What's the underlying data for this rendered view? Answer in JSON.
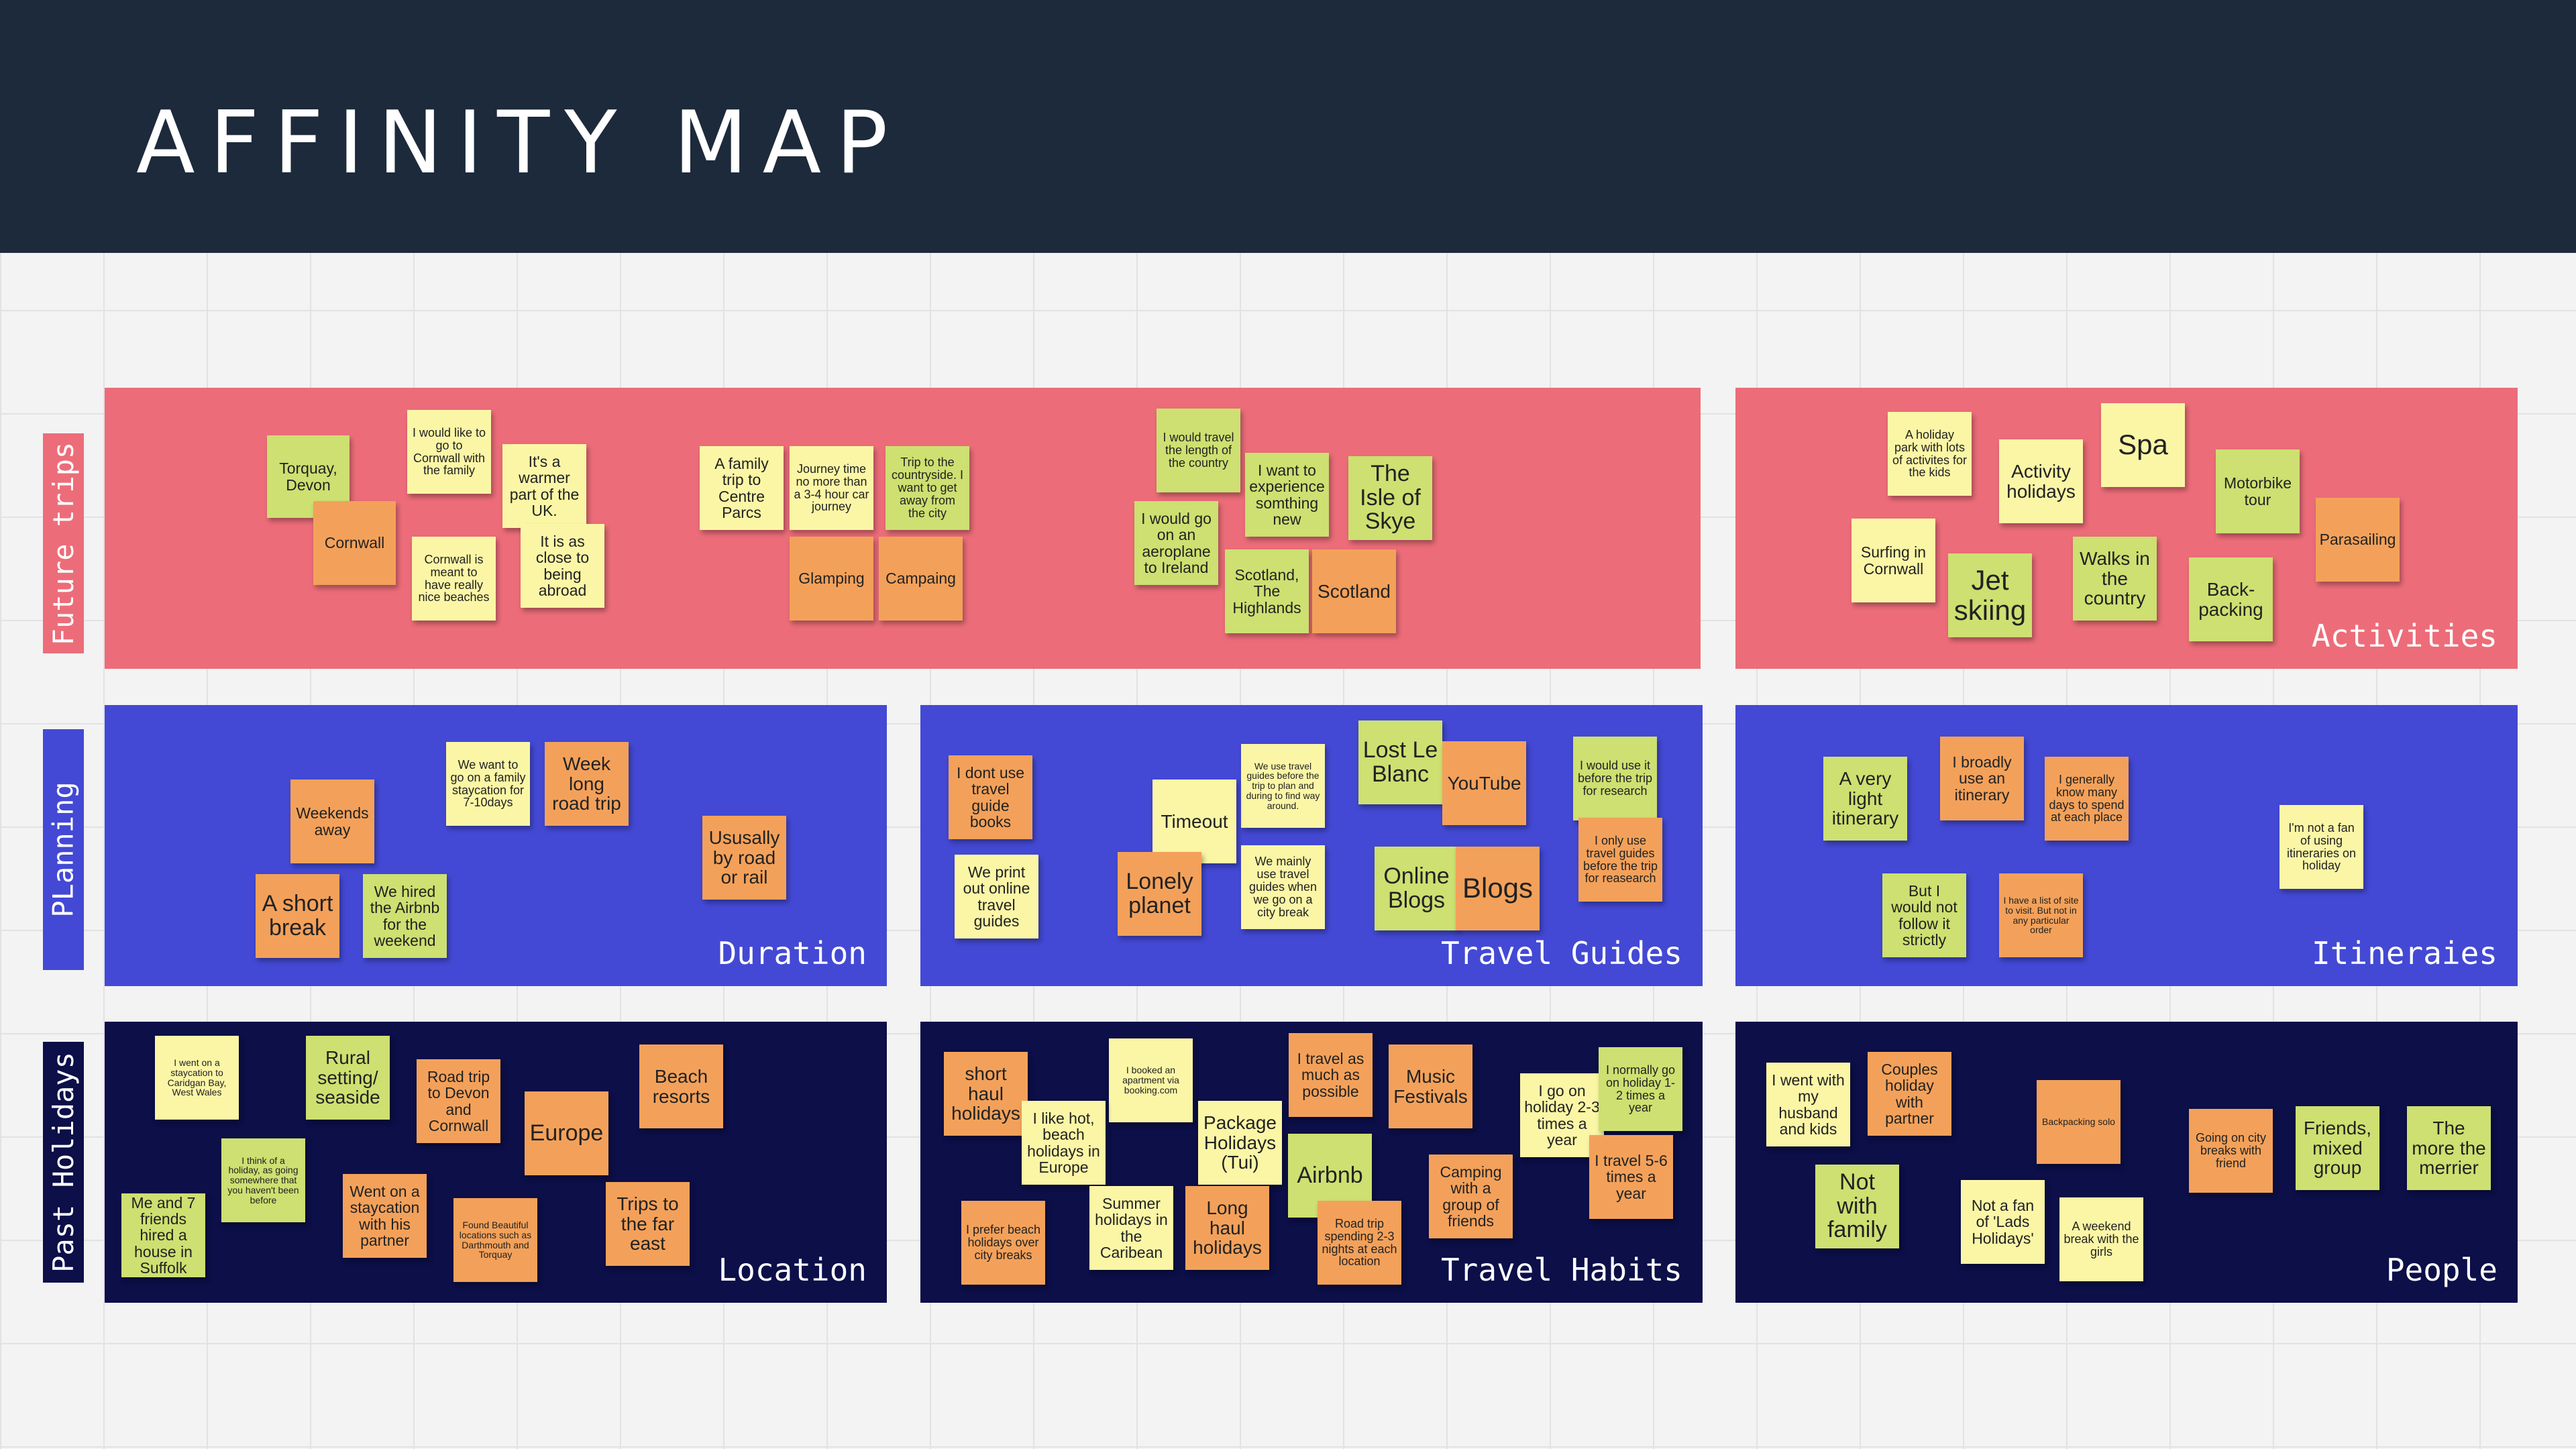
{
  "title": "AFFINITY MAP",
  "colors": {
    "header": "#1c2a3b",
    "future": "#ec6d79",
    "planning": "#4349d4",
    "past": "#0c0f48",
    "note_yellow": "#fbf6a6",
    "note_green": "#cde071",
    "note_orange": "#f3a15a"
  },
  "rows": [
    {
      "label": "Future trips"
    },
    {
      "label": "PLanning"
    },
    {
      "label": "Past Holidays"
    }
  ],
  "panels": [
    {
      "title": "",
      "notes": [
        {
          "text": "Torquay, Devon",
          "color": "green"
        },
        {
          "text": "Cornwall",
          "color": "orange"
        },
        {
          "text": "I would like to go to Cornwall with the family",
          "color": "yellow"
        },
        {
          "text": "It's a warmer part of the UK.",
          "color": "yellow"
        },
        {
          "text": "Cornwall is meant to have really nice beaches",
          "color": "yellow"
        },
        {
          "text": "It is as close to being abroad",
          "color": "yellow"
        },
        {
          "text": "A family trip to Centre Parcs",
          "color": "yellow"
        },
        {
          "text": "Journey time no more than a 3-4 hour car journey",
          "color": "yellow"
        },
        {
          "text": "Trip to the countryside. I want to get away from the city",
          "color": "green"
        },
        {
          "text": "Glamping",
          "color": "orange"
        },
        {
          "text": "Campaing",
          "color": "orange"
        },
        {
          "text": "I would travel the length of the country",
          "color": "green"
        },
        {
          "text": "I want to experience somthing new",
          "color": "green"
        },
        {
          "text": "The Isle of Skye",
          "color": "green"
        },
        {
          "text": "I would go on an aeroplane to Ireland",
          "color": "green"
        },
        {
          "text": "Scotland, The Highlands",
          "color": "green"
        },
        {
          "text": "Scotland",
          "color": "orange"
        }
      ]
    },
    {
      "title": "Activities",
      "notes": [
        {
          "text": "A holiday park with lots of activites for the kids",
          "color": "yellow"
        },
        {
          "text": "Activity holidays",
          "color": "yellow"
        },
        {
          "text": "Spa",
          "color": "yellow"
        },
        {
          "text": "Motorbike tour",
          "color": "green"
        },
        {
          "text": "Surfing in Cornwall",
          "color": "yellow"
        },
        {
          "text": "Jet skiing",
          "color": "green"
        },
        {
          "text": "Walks in the country",
          "color": "green"
        },
        {
          "text": "Back-packing",
          "color": "green"
        },
        {
          "text": "Parasailing",
          "color": "orange"
        }
      ]
    },
    {
      "title": "Duration",
      "notes": [
        {
          "text": "We want to go on a family staycation for 7-10days",
          "color": "yellow"
        },
        {
          "text": "Week long road trip",
          "color": "orange"
        },
        {
          "text": "Weekends away",
          "color": "orange"
        },
        {
          "text": "Ususally by road or rail",
          "color": "orange"
        },
        {
          "text": "A short break",
          "color": "orange"
        },
        {
          "text": "We hired the Airbnb for the weekend",
          "color": "green"
        }
      ]
    },
    {
      "title": "Travel Guides",
      "notes": [
        {
          "text": "I dont use travel guide books",
          "color": "orange"
        },
        {
          "text": "We use travel guides before the trip to plan and during to find way around.",
          "color": "yellow"
        },
        {
          "text": "Lost Le Blanc",
          "color": "green"
        },
        {
          "text": "YouTube",
          "color": "orange"
        },
        {
          "text": "I would use it before the trip for research",
          "color": "green"
        },
        {
          "text": "Timeout",
          "color": "yellow"
        },
        {
          "text": "We print out online travel guides",
          "color": "yellow"
        },
        {
          "text": "Lonely planet",
          "color": "orange"
        },
        {
          "text": "We mainly use travel guides when we go on a city break",
          "color": "yellow"
        },
        {
          "text": "Online Blogs",
          "color": "green"
        },
        {
          "text": "Blogs",
          "color": "orange"
        },
        {
          "text": "I only use travel guides before the trip for reasearch",
          "color": "orange"
        }
      ]
    },
    {
      "title": "Itineraies",
      "notes": [
        {
          "text": "A very light itinerary",
          "color": "green"
        },
        {
          "text": "I broadly use an itinerary",
          "color": "orange"
        },
        {
          "text": "I generally know many days to spend at each place",
          "color": "orange"
        },
        {
          "text": "I'm not a fan of using itineraries on holiday",
          "color": "yellow"
        },
        {
          "text": "But I would not follow it strictly",
          "color": "green"
        },
        {
          "text": "I have a list of site to visit. But not in any particular order",
          "color": "orange"
        }
      ]
    },
    {
      "title": "Location",
      "notes": [
        {
          "text": "I went on a staycation to Caridgan Bay, West Wales",
          "color": "yellow"
        },
        {
          "text": "Rural setting/ seaside",
          "color": "green"
        },
        {
          "text": "Road trip to Devon and Cornwall",
          "color": "orange"
        },
        {
          "text": "Beach resorts",
          "color": "orange"
        },
        {
          "text": "Europe",
          "color": "orange"
        },
        {
          "text": "I think of a holiday, as going somewhere that you haven't been before",
          "color": "green"
        },
        {
          "text": "Me and 7 friends hired a house in Suffolk",
          "color": "green"
        },
        {
          "text": "Went on a staycation with his partner",
          "color": "orange"
        },
        {
          "text": "Found Beautiful locations such as Darthmouth and Torquay",
          "color": "orange"
        },
        {
          "text": "Trips to the far east",
          "color": "orange"
        }
      ]
    },
    {
      "title": "Travel Habits",
      "notes": [
        {
          "text": "short haul holidays",
          "color": "orange"
        },
        {
          "text": "I booked an apartment via booking.com",
          "color": "yellow"
        },
        {
          "text": "I travel as much as possible",
          "color": "orange"
        },
        {
          "text": "Music Festivals",
          "color": "orange"
        },
        {
          "text": "I go on holiday 2-3 times a year",
          "color": "yellow"
        },
        {
          "text": "I normally go on holiday 1-2 times a year",
          "color": "green"
        },
        {
          "text": "I like hot, beach holidays in Europe",
          "color": "yellow"
        },
        {
          "text": "Package Holidays (Tui)",
          "color": "yellow"
        },
        {
          "text": "Airbnb",
          "color": "green"
        },
        {
          "text": "Camping with a group of friends",
          "color": "orange"
        },
        {
          "text": "I travel 5-6 times a year",
          "color": "orange"
        },
        {
          "text": "I prefer beach holidays over city breaks",
          "color": "orange"
        },
        {
          "text": "Summer holidays in the Caribean",
          "color": "yellow"
        },
        {
          "text": "Long haul holidays",
          "color": "orange"
        },
        {
          "text": "Road trip spending 2-3 nights at each location",
          "color": "orange"
        }
      ]
    },
    {
      "title": "People",
      "notes": [
        {
          "text": "I went with my husband and kids",
          "color": "yellow"
        },
        {
          "text": "Couples holiday with partner",
          "color": "orange"
        },
        {
          "text": "Backpacking solo",
          "color": "orange"
        },
        {
          "text": "Going on city breaks with friend",
          "color": "orange"
        },
        {
          "text": "Friends, mixed group",
          "color": "green"
        },
        {
          "text": "The more the merrier",
          "color": "green"
        },
        {
          "text": "Not with family",
          "color": "green"
        },
        {
          "text": "Not a fan of 'Lads Holidays'",
          "color": "yellow"
        },
        {
          "text": "A weekend break with the girls",
          "color": "yellow"
        }
      ]
    }
  ]
}
